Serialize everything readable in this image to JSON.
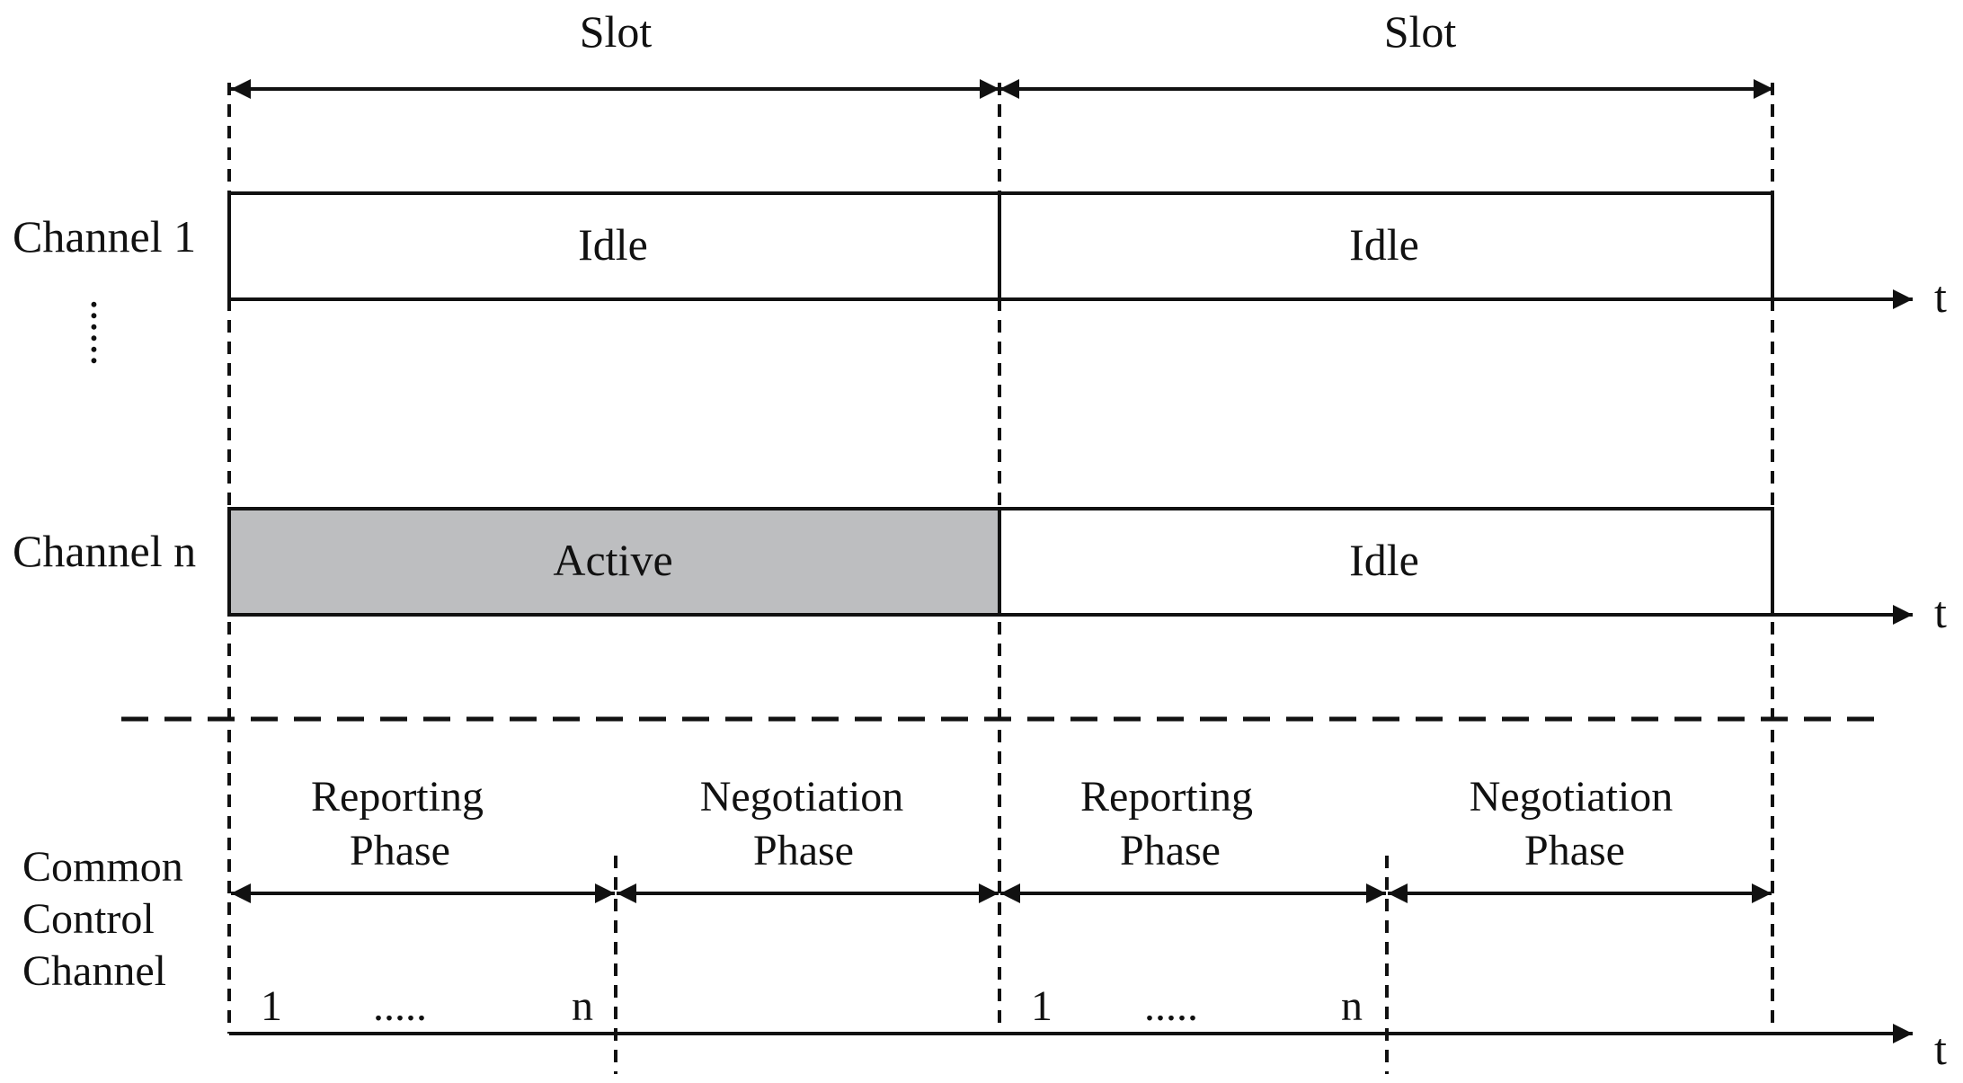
{
  "slot_labels": [
    "Slot",
    "Slot"
  ],
  "channels": [
    {
      "label": "Channel 1",
      "states": [
        "Idle",
        "Idle"
      ],
      "active_fill": "#ffffff"
    },
    {
      "label": "Channel n",
      "states": [
        "Active",
        "Idle"
      ],
      "active_fill": "#bdbec0"
    }
  ],
  "ellipsis_vertical": "......",
  "control_channel": {
    "label_lines": [
      "Common",
      "Control",
      "Channel"
    ],
    "reporting_lines": [
      "Reporting",
      "Phase"
    ],
    "negotiation_lines": [
      "Negotiation",
      "Phase"
    ],
    "index_first": "1",
    "index_dots": ".....",
    "index_last": "n"
  },
  "time_axis_label": "t",
  "colors": {
    "line": "#111111",
    "active": "#bdbec0",
    "background": "#ffffff"
  }
}
